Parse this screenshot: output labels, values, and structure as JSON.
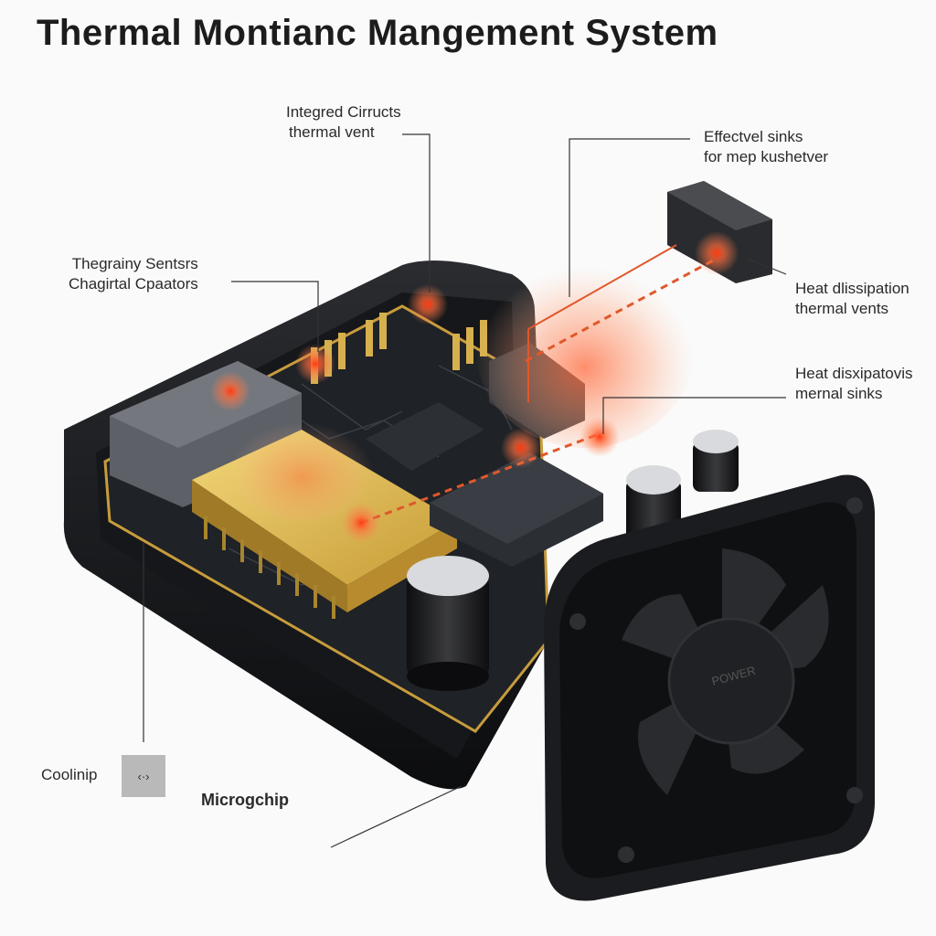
{
  "title": "Thermal Montianc Mangement System",
  "labels": {
    "integrated_line1": "Integred Cirructs",
    "integrated_line2": "thermal vent",
    "effective_line1": "Effectvel sinks",
    "effective_line2": "for mep kushetver",
    "sensors_line1": "Thegrainy Sentsrs",
    "sensors_line2": "Chagirtal Cpaators",
    "heat1_line1": "Heat dlissipation",
    "heat1_line2": "thermal vents",
    "heat2_line1": "Heat disxipatovis",
    "heat2_line2": "mernal sinks",
    "coolinip": "Coolinip",
    "swatch_glyph": "‹·›",
    "microgchip": "Microgchip",
    "fan_hub": "POWER"
  },
  "colors": {
    "heat": "#ff5a2a",
    "pcb": "#1d1f22",
    "enclosure": "#111214",
    "gold": "#d9b650",
    "fan": "#1a1a1c"
  }
}
